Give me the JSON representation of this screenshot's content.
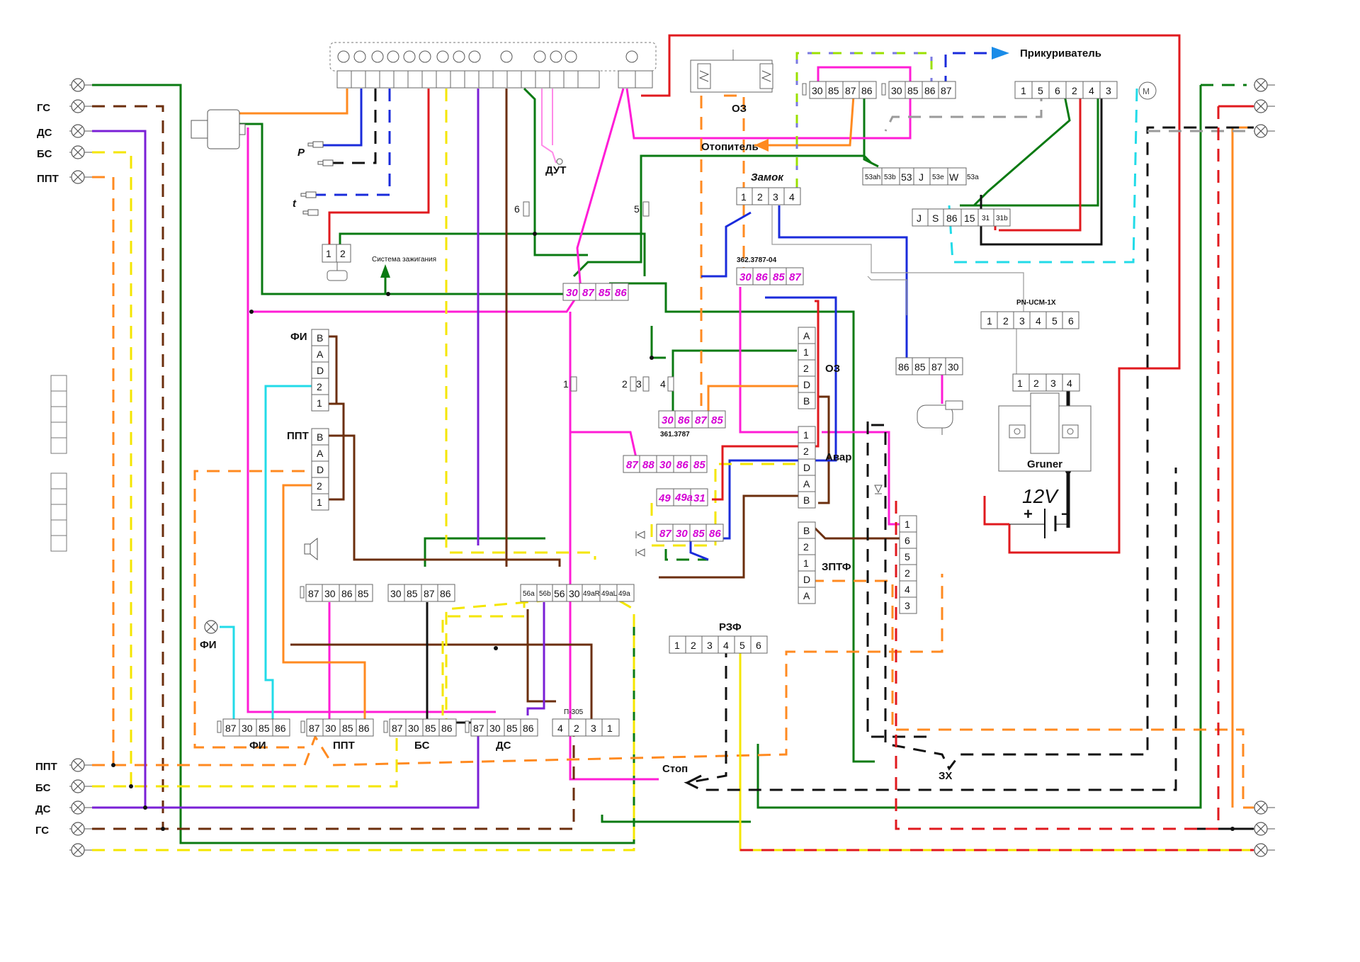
{
  "left_lamps": {
    "top": [
      "",
      "ГС",
      "ДС",
      "БС",
      "ППТ"
    ],
    "bottom": [
      "ППТ",
      "БС",
      "ДС",
      "ГС",
      ""
    ]
  },
  "right_lamps": [
    "",
    "",
    "",
    "",
    "",
    "",
    ""
  ],
  "labels": {
    "cigarette_lighter": "Прикуриватель",
    "heater": "Отопитель",
    "oz": "ОЗ",
    "oz_switch": "ОЗ",
    "zamok": "Замок",
    "dut": "ДУТ",
    "p_sensor": "P",
    "t_sensor": "t",
    "ignition": "Система зажигания",
    "relay_362": "362.3787-04",
    "pn_ucm": "PN-UCM-1X",
    "relay_361": "361.3787",
    "avar": "Авар",
    "gruner": "Gruner",
    "battery_voltage": "12V",
    "battery_plus": "+",
    "battery_minus": "−",
    "fi_switch": "ФИ",
    "ppt_switch": "ППТ",
    "fi_lamp": "ФИ",
    "zptf": "ЗПТФ",
    "rzf": "РЗФ",
    "p305": "П-305",
    "stop": "Стоп",
    "zx": "ЗХ",
    "relay_fi": "ФИ",
    "relay_ppt": "ППТ",
    "relay_bs": "БС",
    "relay_ds": "ДС"
  },
  "connectors": {
    "cigar_left": [
      "30",
      "85",
      "87",
      "86"
    ],
    "cigar_right": [
      "30",
      "85",
      "86",
      "87"
    ],
    "wiper_switch": [
      "1",
      "5",
      "6",
      "2",
      "4",
      "3"
    ],
    "ign_top": [
      "53ah",
      "53b",
      "53",
      "J",
      "53e",
      "W",
      "53a"
    ],
    "ign_bottom": [
      "J",
      "S",
      "86",
      "15",
      "31",
      "31b"
    ],
    "zamok": [
      "1",
      "2",
      "3",
      "4"
    ],
    "sys_ign": [
      "1",
      "2"
    ],
    "relay_362": [
      "30",
      "86",
      "85",
      "87"
    ],
    "pn_ucm": [
      "1",
      "2",
      "3",
      "4",
      "5",
      "6"
    ],
    "relay_86": [
      "86",
      "85",
      "87",
      "30"
    ],
    "gruner": [
      "1",
      "2",
      "3",
      "4"
    ],
    "main_relay": [
      "30",
      "87",
      "85",
      "86"
    ],
    "oz_switch": [
      "A",
      "1",
      "2",
      "D",
      "B"
    ],
    "relay_361": [
      "30",
      "86",
      "87",
      "85"
    ],
    "avar_switch": [
      "1",
      "2",
      "D",
      "A",
      "B"
    ],
    "flasher": [
      "87",
      "88",
      "30",
      "86",
      "85"
    ],
    "flasher2": [
      "49",
      "49a",
      "31"
    ],
    "relay_mid": [
      "87",
      "30",
      "85",
      "86"
    ],
    "fi_switch": [
      "B",
      "A",
      "D",
      "2",
      "1"
    ],
    "ppt_switch": [
      "B",
      "A",
      "D",
      "2",
      "1"
    ],
    "zptf": [
      "B",
      "2",
      "1",
      "D",
      "A"
    ],
    "right_block": [
      "1",
      "6",
      "5",
      "2",
      "4",
      "3"
    ],
    "horn_relay": [
      "87",
      "30",
      "86",
      "85"
    ],
    "relay_30": [
      "30",
      "85",
      "87",
      "86"
    ],
    "turn_switch": [
      "56a",
      "56b",
      "56",
      "30",
      "49aR",
      "49aL",
      "49a"
    ],
    "rzf": [
      "1",
      "2",
      "3",
      "4",
      "5",
      "6"
    ],
    "relay_fi": [
      "87",
      "30",
      "85",
      "86"
    ],
    "relay_ppt": [
      "87",
      "30",
      "85",
      "86"
    ],
    "relay_bs": [
      "87",
      "30",
      "85",
      "86"
    ],
    "relay_ds": [
      "87",
      "30",
      "85",
      "86"
    ],
    "p305": [
      "4",
      "2",
      "3",
      "1"
    ]
  },
  "fuses": [
    "6",
    "5",
    "1",
    "2",
    "3",
    "4"
  ],
  "colors": {
    "red": "#e0191e",
    "green": "#0a7a12",
    "magenta": "#ff1dd6",
    "brown": "#6b2e0c",
    "orange": "#ff8a20",
    "blue": "#1a2bdb",
    "yellow": "#f4e600",
    "black": "#111111",
    "grey": "#9a9a9a",
    "cyan": "#22dbe8",
    "purple": "#7a1fd6",
    "lime": "#9be000"
  }
}
